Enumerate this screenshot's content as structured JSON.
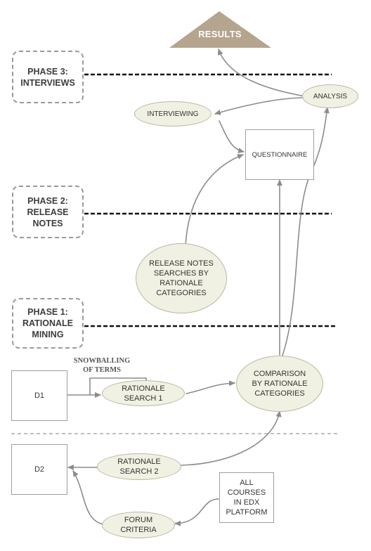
{
  "diagram": {
    "results": "RESULTS",
    "phases": {
      "phase3": "PHASE 3:\nINTERVIEWS",
      "phase2": "PHASE 2:\nRELEASE\nNOTES",
      "phase1": "PHASE 1:\nRATIONALE\nMINING"
    },
    "nodes": {
      "analysis": "ANALYSIS",
      "interviewing": "INTERVIEWING",
      "questionnaire": "QUESTIONNAIRE",
      "release_notes_searches": "RELEASE NOTES\nSEARCHES BY\nRATIONALE\nCATEGORIES",
      "comparison": "COMPARISON\nBY RATIONALE\nCATEGORIES",
      "d1": "D1",
      "rationale_search_1": "RATIONALE\nSEARCH 1",
      "snowballing": "SNOWBALLING\nOF TERMS",
      "d2": "D2",
      "rationale_search_2": "RATIONALE\nSEARCH 2",
      "all_courses": "ALL\nCOURSES\nIN EDX\nPLATFORM",
      "forum_criteria": "FORUM\nCRITERIA"
    },
    "colors": {
      "results_fill": "#b5a48e",
      "ellipse_fill": "#f1f1e3",
      "arrow": "#8c8c8c"
    }
  }
}
